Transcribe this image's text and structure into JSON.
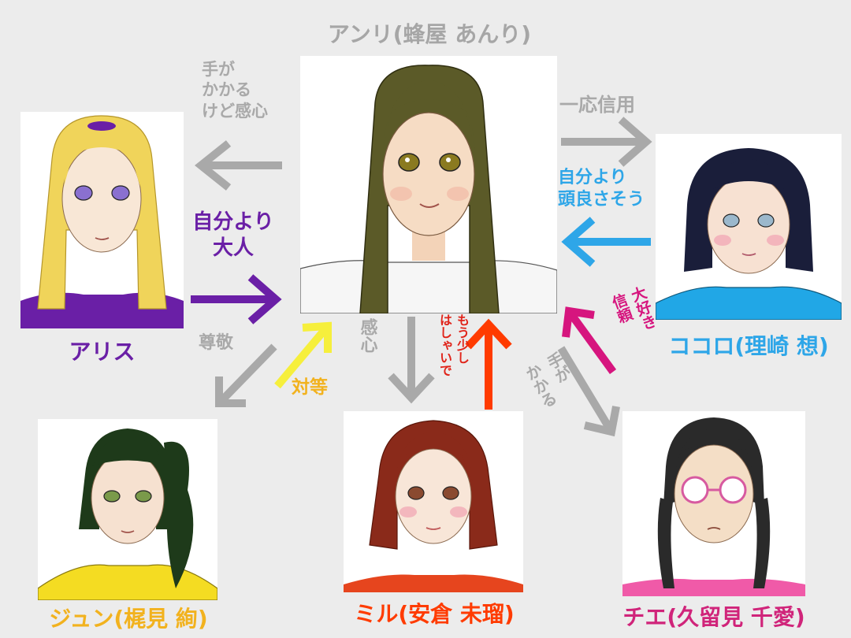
{
  "colors": {
    "gray": "#a9a9a9",
    "purple": "#6a1fa6",
    "cyan": "#2ea6e8",
    "magenta": "#d6157e",
    "red": "#ff3b00",
    "yellow": "#f6ef3c",
    "orange_yellow": "#f2b21e",
    "pink": "#d0247a"
  },
  "characters": {
    "anri": {
      "name": "アンリ(蜂屋 あんり)"
    },
    "alice": {
      "name": "アリス"
    },
    "kokoro": {
      "name": "ココロ(理崎 想)"
    },
    "jun": {
      "name": "ジュン(梶見 絢)"
    },
    "miru": {
      "name": "ミル(安倉 未瑠)"
    },
    "chie": {
      "name": "チエ(久留見 千愛)"
    }
  },
  "relations": {
    "anri_to_alice": {
      "lines": [
        "手が",
        "かかる",
        "けど感心"
      ]
    },
    "alice_to_anri": {
      "lines": [
        "自分より",
        "大人"
      ]
    },
    "anri_to_kokoro": {
      "lines": [
        "一応信用"
      ]
    },
    "kokoro_to_anri": {
      "lines": [
        "自分より",
        "頭良さそう"
      ]
    },
    "anri_to_jun": {
      "text": "尊敬"
    },
    "jun_to_anri": {
      "text": "対等"
    },
    "anri_to_miru": {
      "text": "感心"
    },
    "miru_to_anri": {
      "col1": "もう少し",
      "col2": "はしゃいで"
    },
    "anri_to_chie": {
      "col1": "手が",
      "col2": "かかる"
    },
    "chie_to_anri": {
      "col1": "大好き",
      "col2": "信頼"
    }
  }
}
